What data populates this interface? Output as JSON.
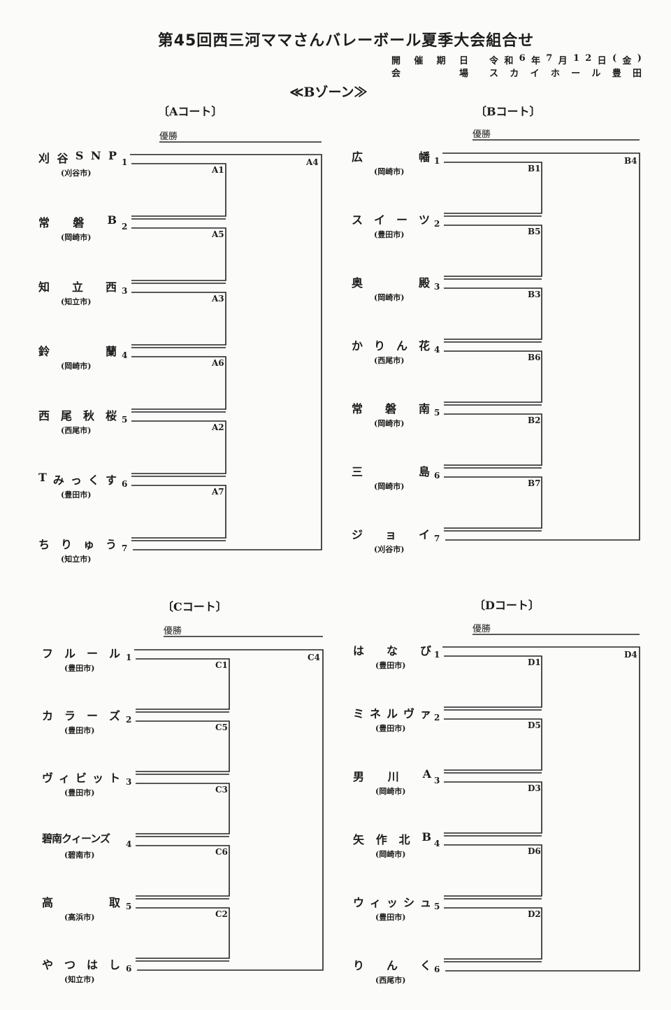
{
  "title": "第45回西三河ママさんバレーボール夏季大会組合せ",
  "info": {
    "date_label": "開催期日",
    "date_value": "令和6年7月12日(金)",
    "venue_label": "会場",
    "venue_value": "スカイホール豊田"
  },
  "zone": "≪Bゾーン≫",
  "winner_label": "優勝",
  "courts": [
    {
      "name": "〔Aコート〕",
      "final_label": "A4",
      "teams": [
        {
          "seed": "1",
          "name": "刈谷SNP",
          "city": "(刈谷市)"
        },
        {
          "seed": "2",
          "name": "常磐B",
          "city": "(岡崎市)"
        },
        {
          "seed": "3",
          "name": "知立西",
          "city": "(知立市)"
        },
        {
          "seed": "4",
          "name": "鈴蘭",
          "city": "(岡崎市)"
        },
        {
          "seed": "5",
          "name": "西尾秋桜",
          "city": "(西尾市)"
        },
        {
          "seed": "6",
          "name": "Tみっくす",
          "city": "(豊田市)"
        },
        {
          "seed": "7",
          "name": "ちりゅう",
          "city": "(知立市)"
        }
      ],
      "match_labels": [
        "A1",
        "A5",
        "A3",
        "A6",
        "A2",
        "A7"
      ]
    },
    {
      "name": "〔Bコート〕",
      "final_label": "B4",
      "teams": [
        {
          "seed": "1",
          "name": "広幡",
          "city": "(岡崎市)"
        },
        {
          "seed": "2",
          "name": "スイーツ",
          "city": "(豊田市)"
        },
        {
          "seed": "3",
          "name": "奥殿",
          "city": "(岡崎市)"
        },
        {
          "seed": "4",
          "name": "かりん花",
          "city": "(西尾市)"
        },
        {
          "seed": "5",
          "name": "常磐南",
          "city": "(岡崎市)"
        },
        {
          "seed": "6",
          "name": "三島",
          "city": "(岡崎市)"
        },
        {
          "seed": "7",
          "name": "ジョイ",
          "city": "(刈谷市)"
        }
      ],
      "match_labels": [
        "B1",
        "B5",
        "B3",
        "B6",
        "B2",
        "B7"
      ]
    },
    {
      "name": "〔Cコート〕",
      "final_label": "C4",
      "teams": [
        {
          "seed": "1",
          "name": "フルール",
          "city": "(豊田市)"
        },
        {
          "seed": "2",
          "name": "カラーズ",
          "city": "(豊田市)"
        },
        {
          "seed": "3",
          "name": "ヴィビット",
          "city": "(豊田市)"
        },
        {
          "seed": "4",
          "name": "碧南クィーンズ",
          "city": "(碧南市)"
        },
        {
          "seed": "5",
          "name": "高取",
          "city": "(高浜市)"
        },
        {
          "seed": "6",
          "name": "やつはし",
          "city": "(知立市)"
        }
      ],
      "match_labels": [
        "C1",
        "C5",
        "C3",
        "C6",
        "C2"
      ]
    },
    {
      "name": "〔Dコート〕",
      "final_label": "D4",
      "teams": [
        {
          "seed": "1",
          "name": "はなび",
          "city": "(豊田市)"
        },
        {
          "seed": "2",
          "name": "ミネルヴァ",
          "city": "(豊田市)"
        },
        {
          "seed": "3",
          "name": "男川A",
          "city": "(岡崎市)"
        },
        {
          "seed": "4",
          "name": "矢作北B",
          "city": "(岡崎市)"
        },
        {
          "seed": "5",
          "name": "ウィッシュ",
          "city": "(豊田市)"
        },
        {
          "seed": "6",
          "name": "りんく",
          "city": "(西尾市)"
        }
      ],
      "match_labels": [
        "D1",
        "D5",
        "D3",
        "D6",
        "D2"
      ]
    }
  ]
}
